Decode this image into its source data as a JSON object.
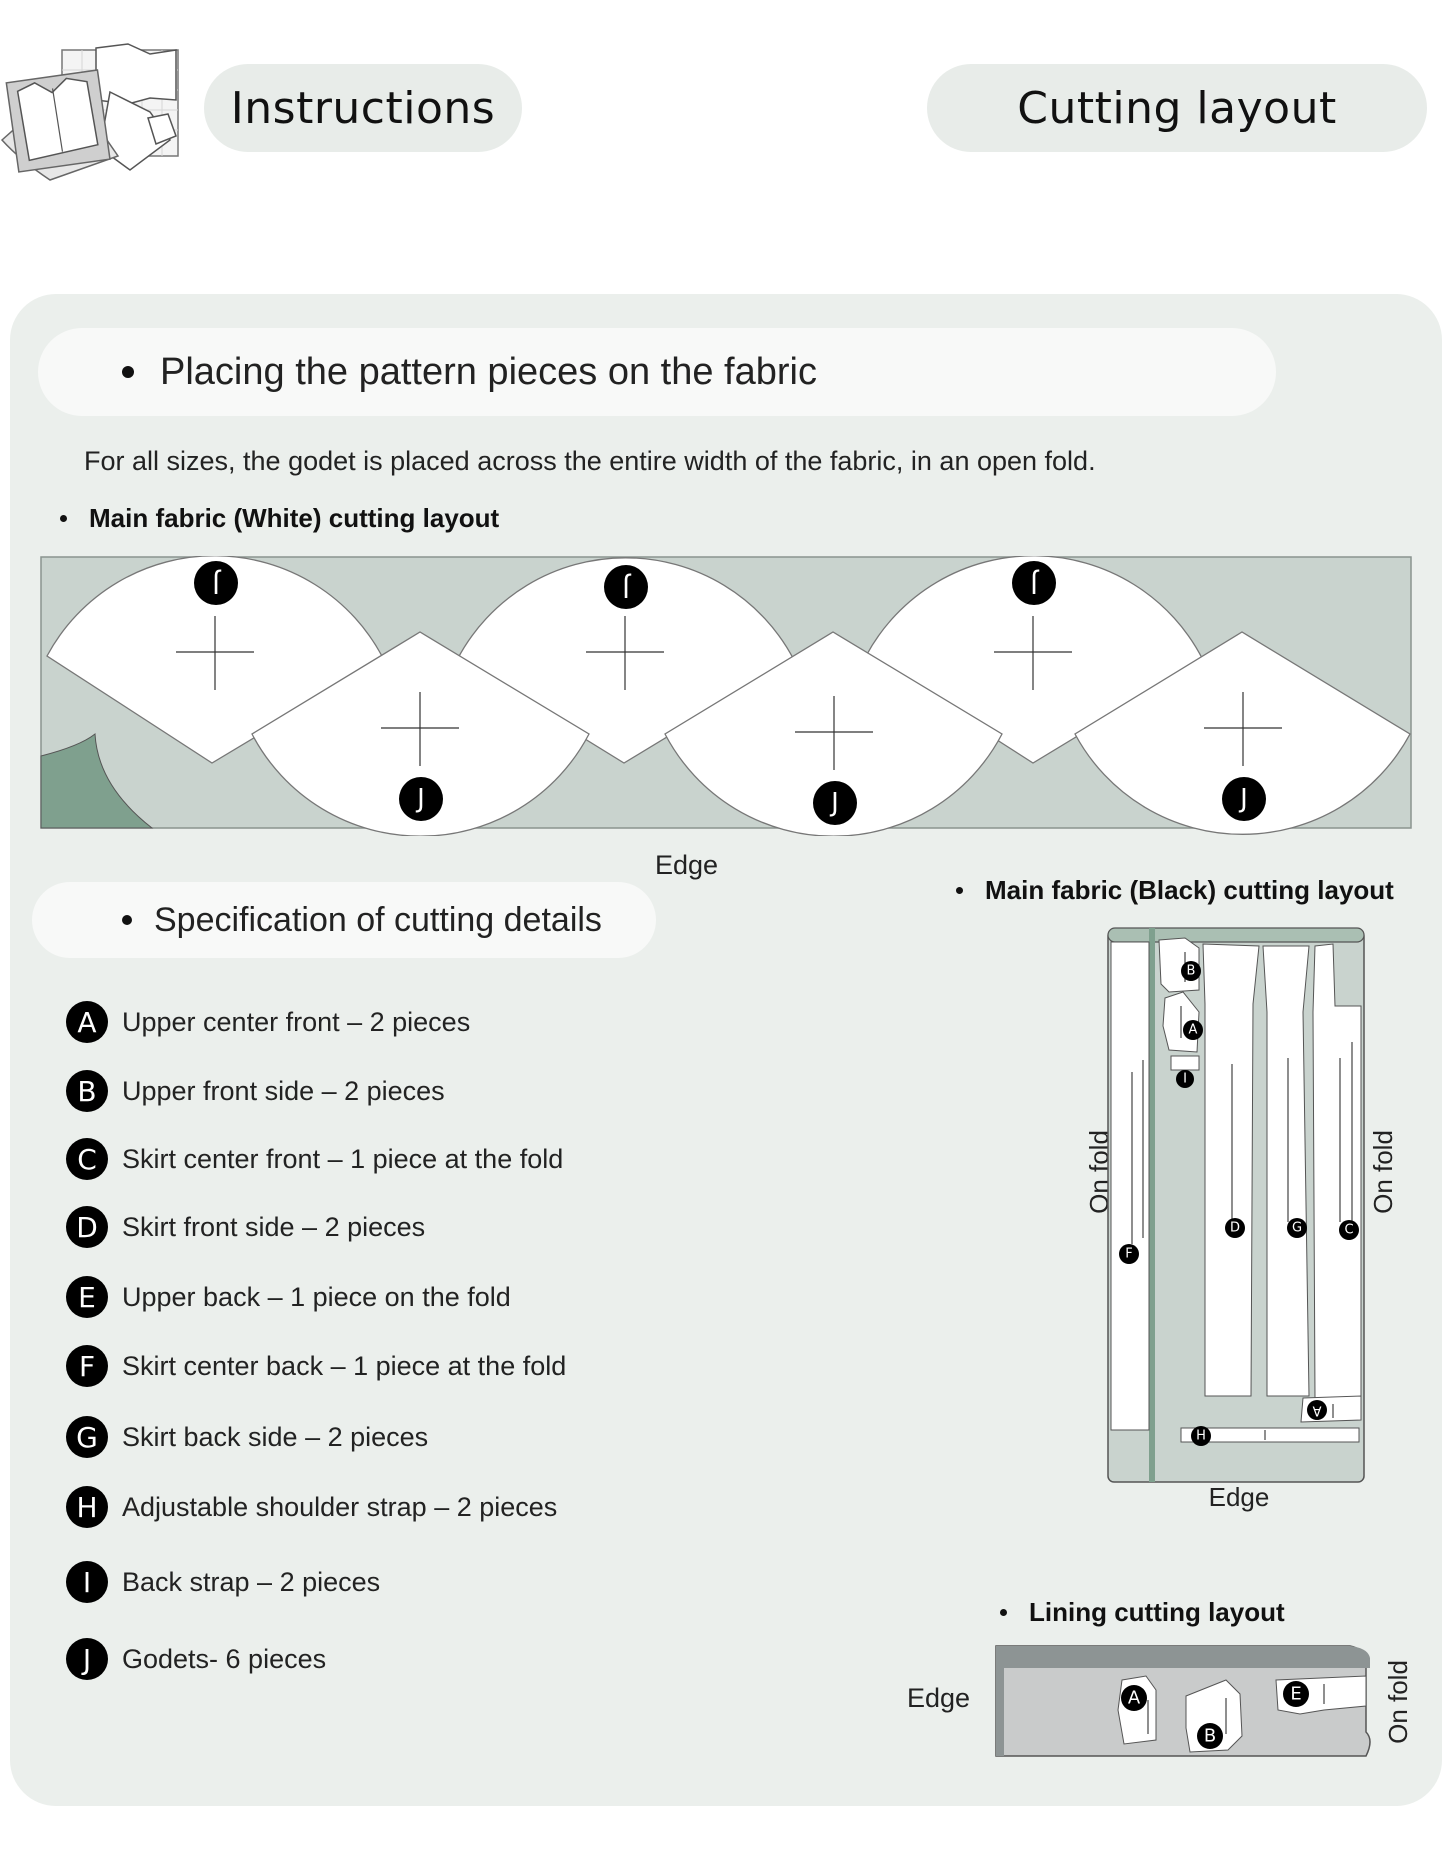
{
  "header": {
    "left_title": "Instructions",
    "right_title": "Cutting layout"
  },
  "section1": {
    "heading": "Placing the pattern pieces on the fabric",
    "intro": "For all sizes, the godet is placed across the entire width of the fabric, in an open fold.",
    "white_layout_title": "Main fabric (White) cutting layout",
    "white_layout": {
      "top_label": "J",
      "bottom_label": "J",
      "edge_label": "Edge"
    }
  },
  "section2": {
    "heading": "Specification of cutting details",
    "items": [
      {
        "letter": "A",
        "text": "Upper center front – 2 pieces"
      },
      {
        "letter": "B",
        "text": "Upper front side – 2 pieces"
      },
      {
        "letter": "C",
        "text": "Skirt center front – 1 piece at the fold"
      },
      {
        "letter": "D",
        "text": "Skirt front side – 2 pieces"
      },
      {
        "letter": "E",
        "text": "Upper back – 1 piece on the fold"
      },
      {
        "letter": "F",
        "text": "Skirt center back – 1 piece at the fold"
      },
      {
        "letter": "G",
        "text": "Skirt back side – 2 pieces"
      },
      {
        "letter": "H",
        "text": "Adjustable shoulder strap – 2 pieces"
      },
      {
        "letter": "I",
        "text": "Back strap – 2 pieces"
      },
      {
        "letter": "J",
        "text": "Godets- 6 pieces"
      }
    ]
  },
  "black_layout": {
    "title": "Main fabric (Black) cutting layout",
    "fold_left": "On fold",
    "fold_right": "On fold",
    "edge": "Edge",
    "labels": {
      "a": "A",
      "b": "B",
      "c": "C",
      "d": "D",
      "f": "F",
      "g": "G",
      "h": "H",
      "i": "I",
      "a2": "A"
    }
  },
  "lining_layout": {
    "title": "Lining cutting layout",
    "edge": "Edge",
    "fold": "On fold",
    "labels": {
      "a": "A",
      "b": "B",
      "e": "E"
    }
  },
  "colors": {
    "panel_bg": "#ebefec",
    "fabric_green": "#c9d3ce",
    "fold_green": "#7fa08e",
    "lining_gray": "#c9cbcb"
  }
}
